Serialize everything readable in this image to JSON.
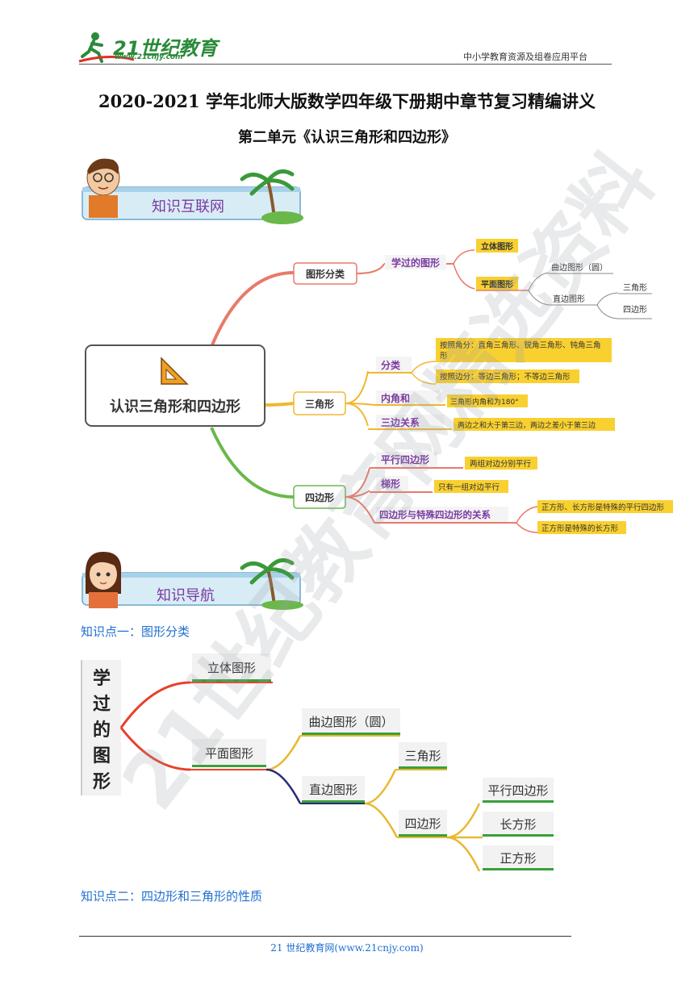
{
  "header": {
    "logo_main": "21世纪教育",
    "logo_url": "www.21cnjy.com",
    "platform": "中小学教育资源及组卷应用平台"
  },
  "title": "2020-2021 学年北师大版数学四年级下册期中章节复习精编讲义",
  "subtitle": "第二单元《认识三角形和四边形》",
  "banners": {
    "network": "知识互联网",
    "navigation": "知识导航"
  },
  "mindmap": {
    "center": "认识三角形和四边形",
    "graphics": {
      "label": "图形分类",
      "learned": "学过的图形",
      "solid": "立体图形",
      "plane": "平面图形",
      "curved": "曲边图形（圆）",
      "straight": "直边图形",
      "triangle": "三角形",
      "quadrilateral": "四边形"
    },
    "triangle": {
      "label": "三角形",
      "classify": "分类",
      "by_angle_1": "按照角分：直角三角形、锐角三角形、钝角三角",
      "by_angle_2": "形",
      "by_side": "按照边分：等边三角形；不等边三角形",
      "inner_angle": "内角和",
      "inner_angle_desc": "三角形内角和为180°",
      "side_relation": "三边关系",
      "side_relation_desc": "两边之和大于第三边，两边之差小于第三边"
    },
    "quad": {
      "label": "四边形",
      "parallelogram": "平行四边形",
      "parallelogram_desc": "两组对边分别平行",
      "trapezoid": "梯形",
      "trapezoid_desc": "只有一组对边平行",
      "relation": "四边形与特殊四边形的关系",
      "relation_desc_1": "正方形、长方形是特殊的平行四边形",
      "relation_desc_2": "正方形是特殊的长方形"
    }
  },
  "kp1": {
    "heading": "知识点一：图形分类",
    "side_title": [
      "学",
      "过",
      "的",
      "图",
      "形"
    ],
    "solid": "立体图形",
    "plane": "平面图形",
    "curved": "曲边图形（圆）",
    "straight": "直边图形",
    "triangle": "三角形",
    "quadrilateral": "四边形",
    "parallelogram": "平行四边形",
    "rectangle": "长方形",
    "square": "正方形"
  },
  "kp2": {
    "heading": "知识点二：四边形和三角形的性质"
  },
  "footer": {
    "text": "21 世纪教育网(www.21cnjy.com)"
  },
  "watermark": "21世纪教育网精选资料"
}
